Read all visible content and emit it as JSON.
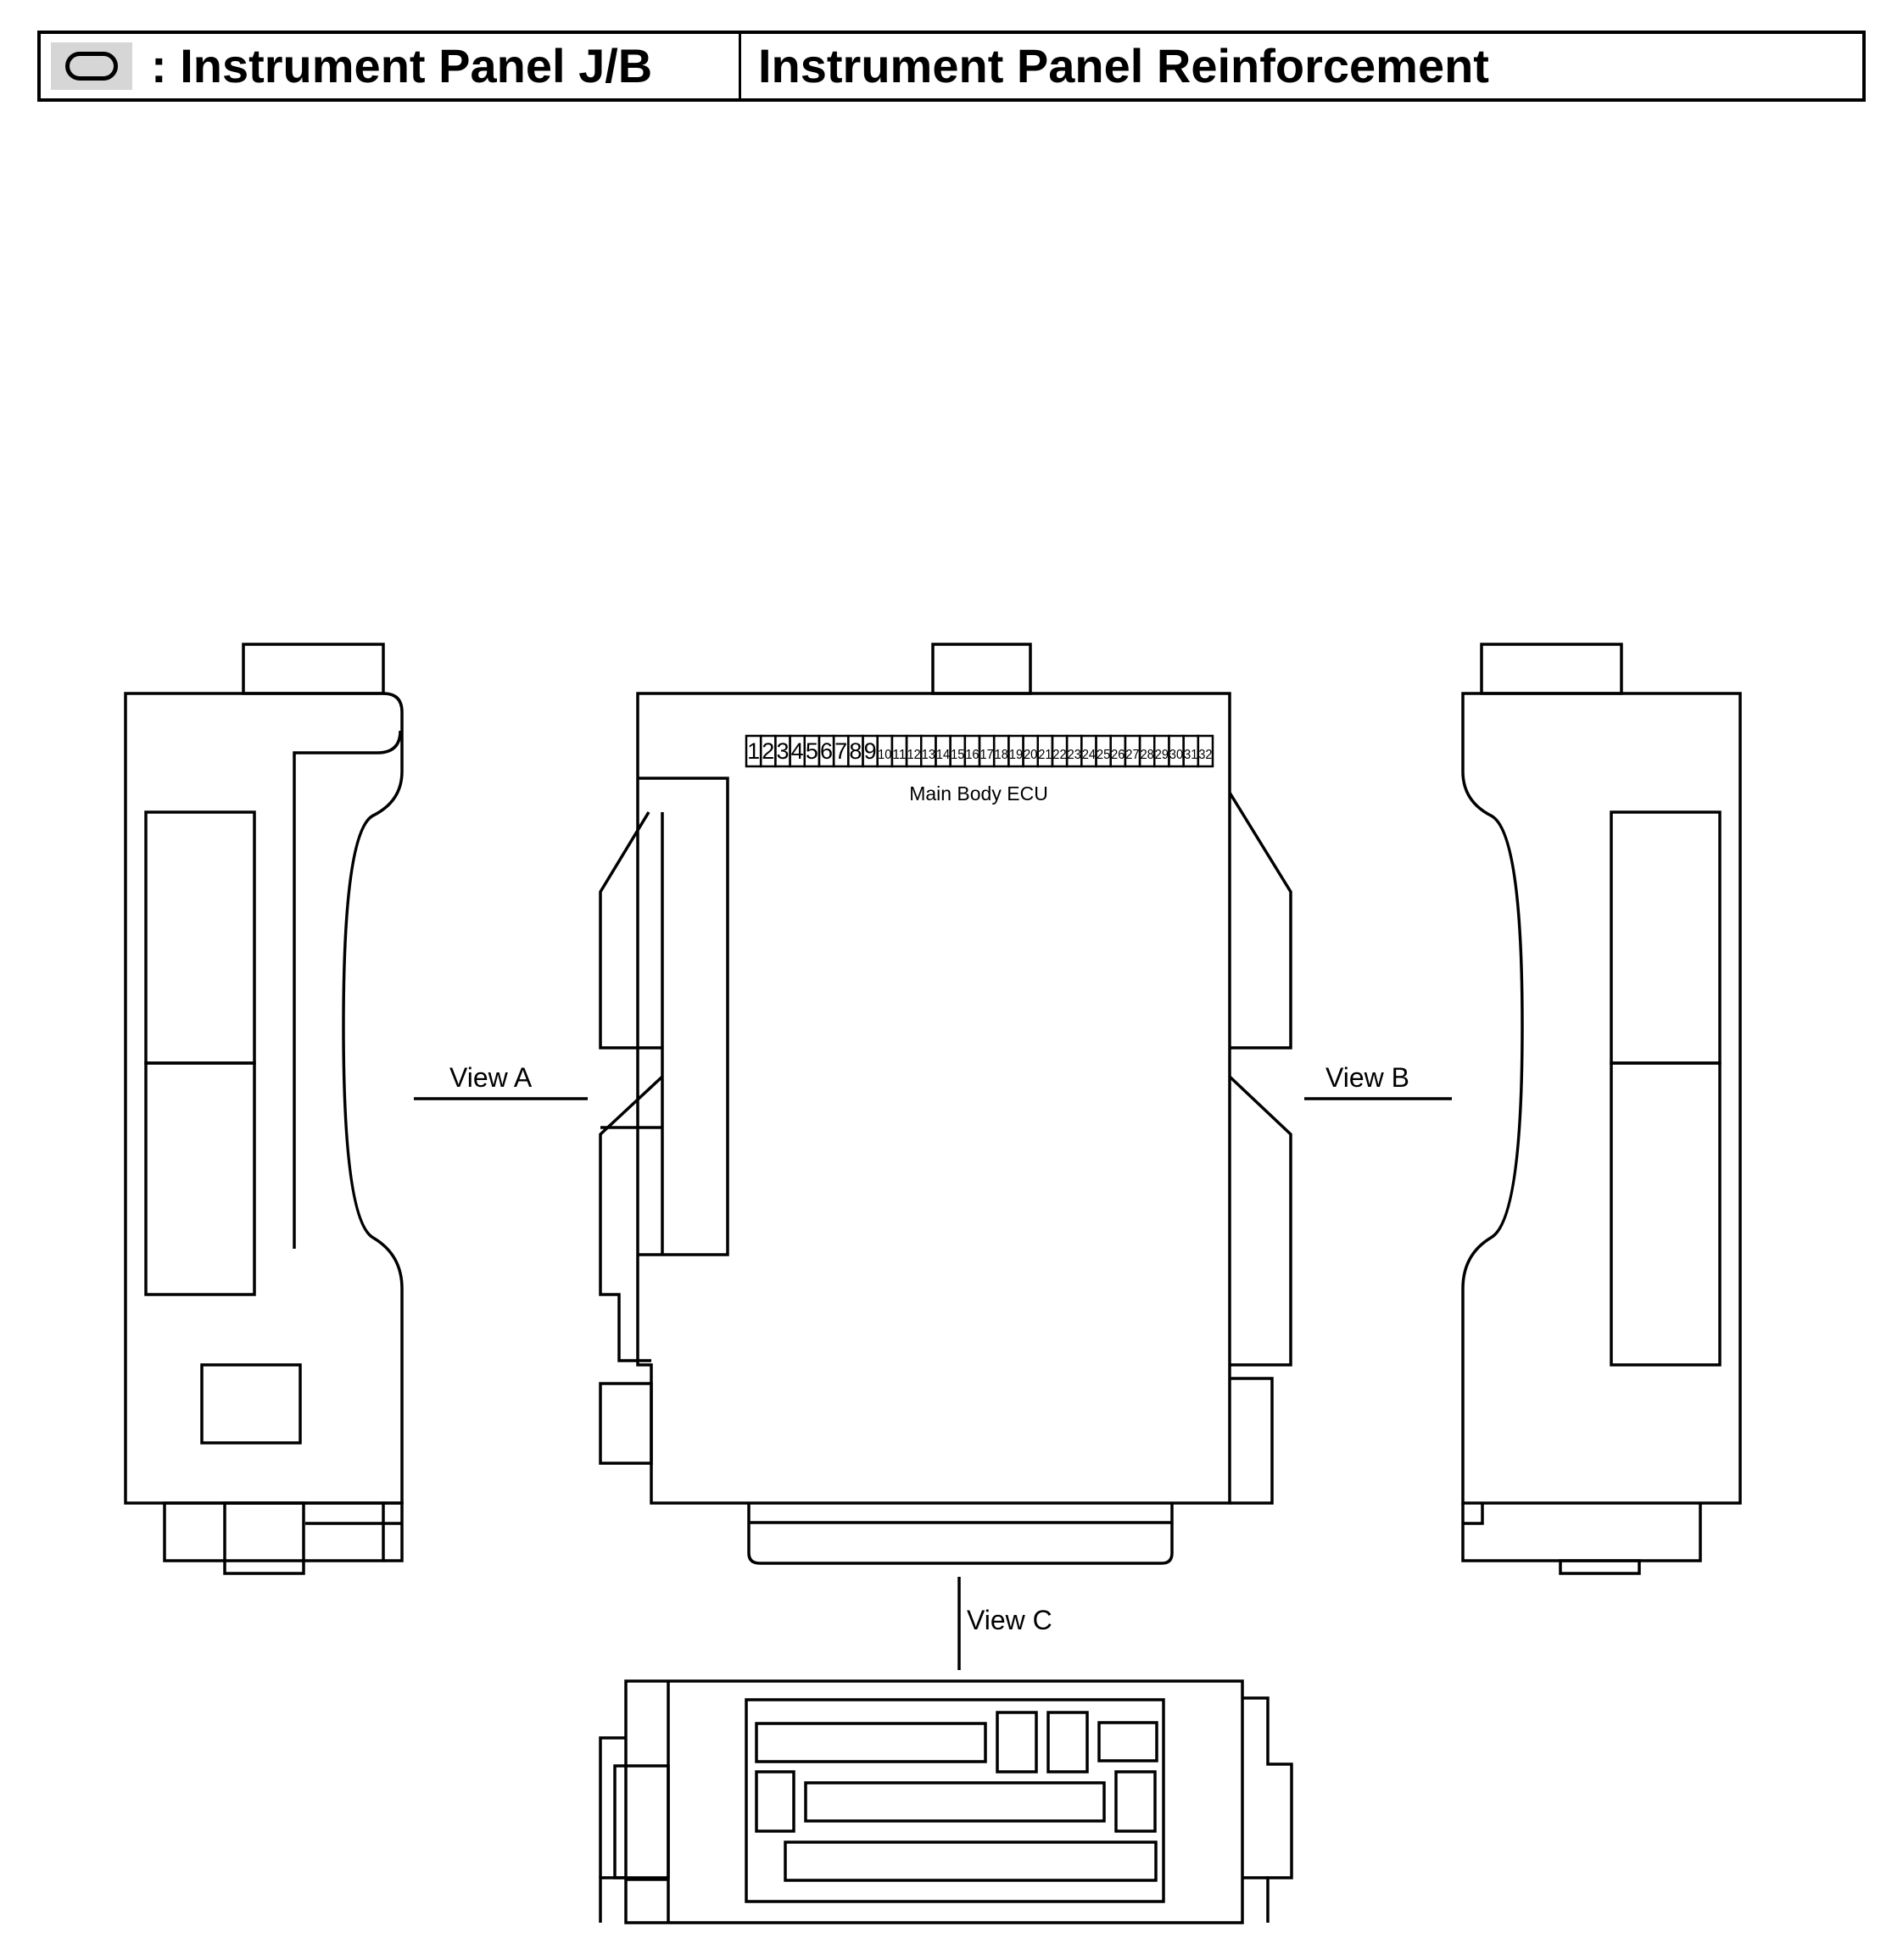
{
  "header": {
    "legend_icon": "oval-icon",
    "location_label": ": Instrument Panel J/B",
    "mounting_label": "Instrument Panel Reinforcement"
  },
  "component": {
    "name": "Main Body ECU",
    "pin_numbers": [
      "1",
      "2",
      "3",
      "4",
      "5",
      "6",
      "7",
      "8",
      "9",
      "10",
      "11",
      "12",
      "13",
      "14",
      "15",
      "16",
      "17",
      "18",
      "19",
      "20",
      "21",
      "22",
      "23",
      "24",
      "25",
      "26",
      "27",
      "28",
      "29",
      "30",
      "31",
      "32"
    ]
  },
  "views": {
    "a": "View A",
    "b": "View B",
    "c": "View C"
  }
}
